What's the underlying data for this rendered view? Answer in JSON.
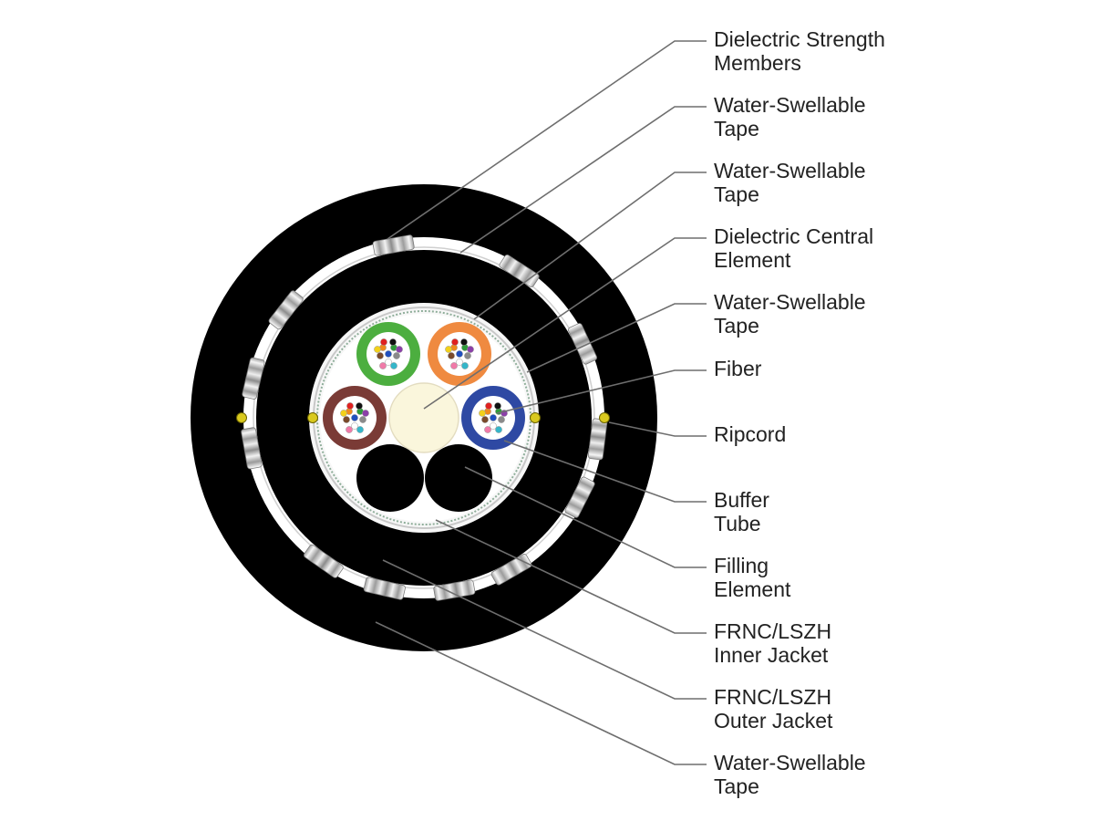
{
  "labels": [
    {
      "id": "dielectric-strength-members",
      "text": "Dielectric Strength\nMembers"
    },
    {
      "id": "water-swellable-tape-1",
      "text": "Water-Swellable\nTape"
    },
    {
      "id": "water-swellable-tape-2",
      "text": "Water-Swellable\nTape"
    },
    {
      "id": "dielectric-central-element",
      "text": "Dielectric Central\nElement"
    },
    {
      "id": "water-swellable-tape-3",
      "text": "Water-Swellable\nTape"
    },
    {
      "id": "fiber",
      "text": "Fiber"
    },
    {
      "id": "ripcord",
      "text": "Ripcord"
    },
    {
      "id": "buffer-tube",
      "text": "Buffer\nTube"
    },
    {
      "id": "filling-element",
      "text": "Filling\nElement"
    },
    {
      "id": "inner-jacket",
      "text": "FRNC/LSZH\nInner Jacket"
    },
    {
      "id": "outer-jacket",
      "text": "FRNC/LSZH\nOuter Jacket"
    },
    {
      "id": "water-swellable-tape-4",
      "text": "Water-Swellable\nTape"
    }
  ],
  "colors": {
    "jacket": "#000000",
    "tape": "#ffffff",
    "leader_line": "#6e6e6e",
    "buffer_tube_green": "#4cae3f",
    "buffer_tube_orange": "#ef8a40",
    "buffer_tube_brown": "#7a3b36",
    "buffer_tube_blue": "#2e49a3",
    "central_element": "#faf6dc",
    "ripcord": "#d9c91f"
  },
  "fiber_colors": [
    "#1f4fbf",
    "#f08a1c",
    "#2e9b3a",
    "#7a4a2a",
    "#8a8a8a",
    "#ffffff",
    "#e02020",
    "#111111",
    "#f2d11b",
    "#8b3fa8",
    "#f07aa8",
    "#35b6c9"
  ]
}
